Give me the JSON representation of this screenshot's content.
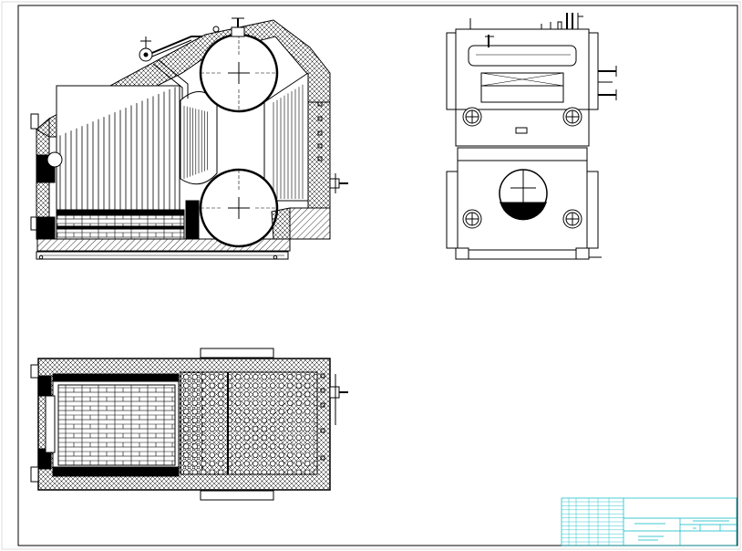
{
  "drawing": {
    "title": "",
    "views": [
      "side-section-view",
      "front-view",
      "plan-section-view"
    ]
  },
  "title_block": {
    "lines": [
      "",
      "",
      ""
    ]
  },
  "colors": {
    "line": "#000000",
    "title_block": "#00b7c3",
    "background": "#ffffff"
  }
}
